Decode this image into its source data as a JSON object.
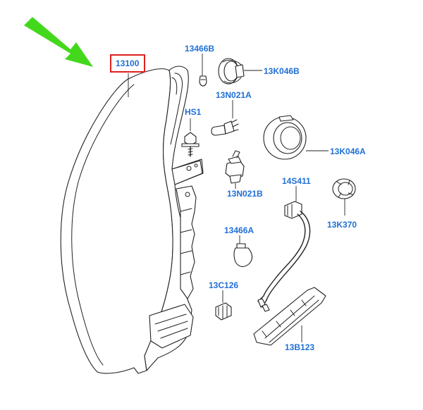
{
  "part_labels": {
    "main": "13100",
    "p13466B": "13466B",
    "p13K046B": "13K046B",
    "p13N021A": "13N021A",
    "pHS1": "HS1",
    "p13K046A": "13K046A",
    "p13N021B": "13N021B",
    "p14S411": "14S411",
    "p13K370": "13K370",
    "p13466A": "13466A",
    "p13C126": "13C126",
    "p13B123": "13B123"
  },
  "colors": {
    "label": "#1f6fd6",
    "highlight_box": "#e02020",
    "arrow": "#44d81c",
    "line": "#222222"
  },
  "icons": {
    "pointer": "green-arrow-icon"
  }
}
